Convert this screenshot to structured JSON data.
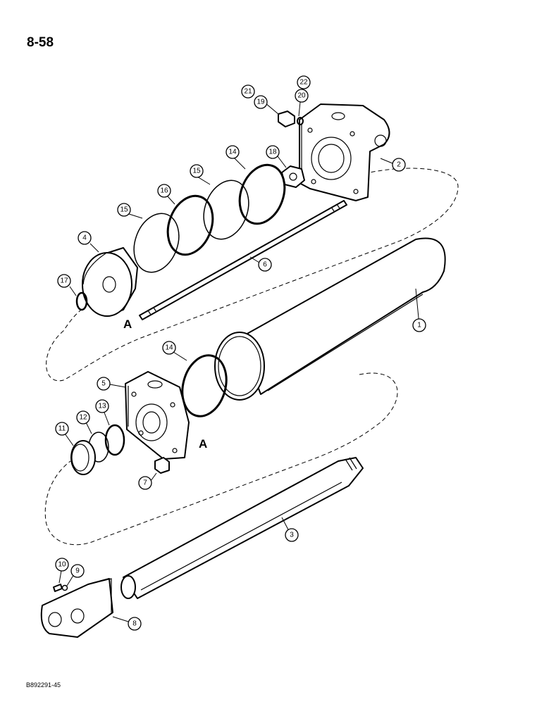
{
  "page": {
    "number": "8-58",
    "figure_code": "B892291-45"
  },
  "reference_letters": [
    "A",
    "A"
  ],
  "callouts": [
    {
      "id": "1",
      "label": "1"
    },
    {
      "id": "2",
      "label": "2"
    },
    {
      "id": "3",
      "label": "3"
    },
    {
      "id": "4",
      "label": "4"
    },
    {
      "id": "5",
      "label": "5"
    },
    {
      "id": "6",
      "label": "6"
    },
    {
      "id": "7",
      "label": "7"
    },
    {
      "id": "8",
      "label": "8"
    },
    {
      "id": "9",
      "label": "9"
    },
    {
      "id": "10",
      "label": "10"
    },
    {
      "id": "11",
      "label": "11"
    },
    {
      "id": "12",
      "label": "12"
    },
    {
      "id": "13",
      "label": "13"
    },
    {
      "id": "14a",
      "label": "14"
    },
    {
      "id": "14b",
      "label": "14"
    },
    {
      "id": "15a",
      "label": "15"
    },
    {
      "id": "15b",
      "label": "15"
    },
    {
      "id": "16",
      "label": "16"
    },
    {
      "id": "17",
      "label": "17"
    },
    {
      "id": "18",
      "label": "18"
    },
    {
      "id": "19",
      "label": "19"
    },
    {
      "id": "20",
      "label": "20"
    },
    {
      "id": "21",
      "label": "21"
    },
    {
      "id": "22",
      "label": "22"
    }
  ]
}
